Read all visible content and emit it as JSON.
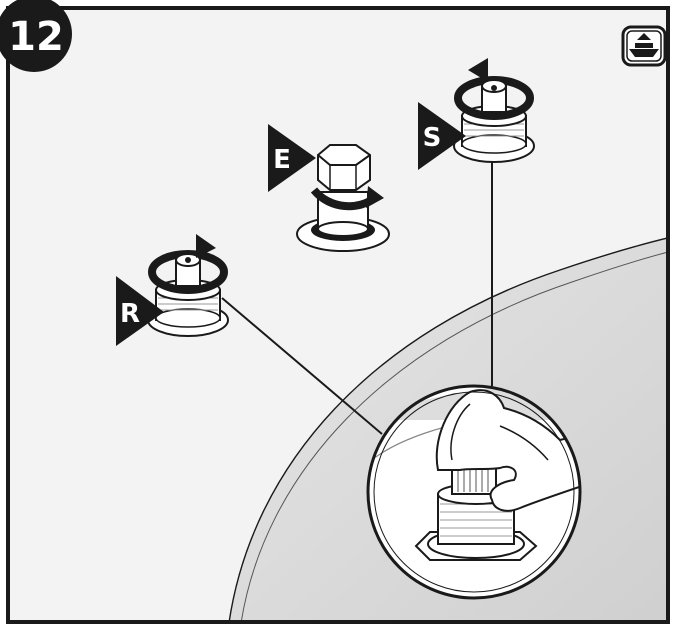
{
  "step": {
    "number": "12"
  },
  "labels": {
    "r": "R",
    "e": "E",
    "s": "S"
  },
  "icons": {
    "corner": "ship-icon"
  },
  "colors": {
    "outline": "#1a1a1a",
    "panel": "#f2f2f2",
    "tub": "#e2e2e2",
    "white": "#ffffff"
  }
}
